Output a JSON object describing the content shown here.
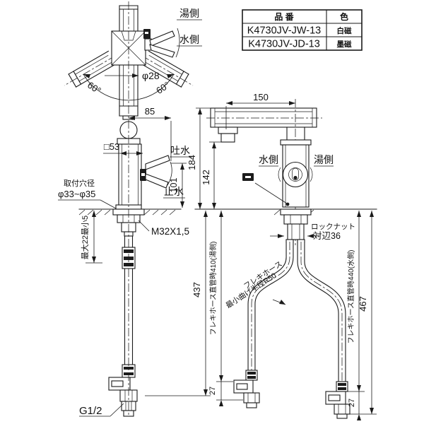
{
  "parts_table": {
    "col_part": "品 番",
    "col_color": "色",
    "rows": [
      {
        "part": "K4730JV-JW-13",
        "color": "白磁"
      },
      {
        "part": "K4730JV-JD-13",
        "color": "墨磁"
      }
    ]
  },
  "top_view": {
    "hot": "湯側",
    "cold": "水側",
    "pipe_dia": "φ28",
    "swing_left": "60°",
    "swing_right": "60°"
  },
  "side_view": {
    "handle_reach": "85",
    "body_square": "□53",
    "lever_up": "吐水",
    "lever_down": "止水",
    "lever_stroke": "101",
    "mount_hole_label": "取付穴径",
    "mount_hole_range": "φ33~φ35",
    "mount_thread": "M32X1,5",
    "deck_range": "最大22最小5",
    "hose_total": "437",
    "inlet_thread": "G1/2"
  },
  "front_view": {
    "spout_reach": "150",
    "height_top": "184",
    "height_spout": "142",
    "cold": "水側",
    "hot": "湯側",
    "locknut_line1": "ロックナット",
    "locknut_line2": "対辺36",
    "flex_hose": "フレキホース",
    "min_bend": "最小曲げ半径R50",
    "hose_hot": "フレキホース直管時410(湯側)",
    "hose_cold": "フレキホース直管時440(水側)",
    "total_height": "467",
    "fitting_hot": "27",
    "fitting_cold": "27"
  }
}
